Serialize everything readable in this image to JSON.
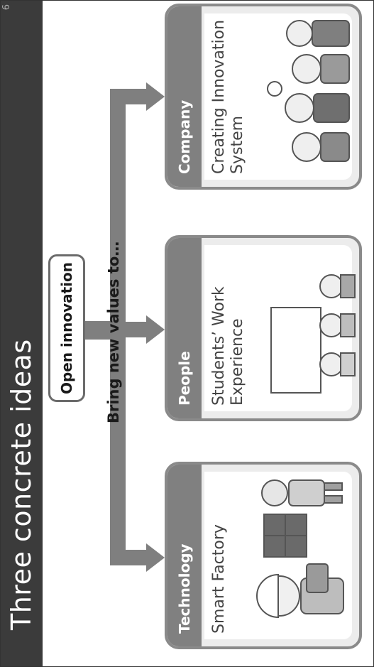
{
  "title": "Three concrete ideas",
  "page_number": "6",
  "open_innovation_label": "Open innovation",
  "bring_values_label": "Bring new values to…",
  "cards": [
    {
      "header": "Technology",
      "subtitle": "Smart Factory"
    },
    {
      "header": "People",
      "subtitle": "Students’ Work Experience"
    },
    {
      "header": "Company",
      "subtitle": "Creating Innovation System"
    }
  ],
  "colors": {
    "title_bar": "#3b3b3b",
    "card_header": "#808080",
    "card_border": "#8a8a8a",
    "arrow": "#7f7f7f"
  }
}
